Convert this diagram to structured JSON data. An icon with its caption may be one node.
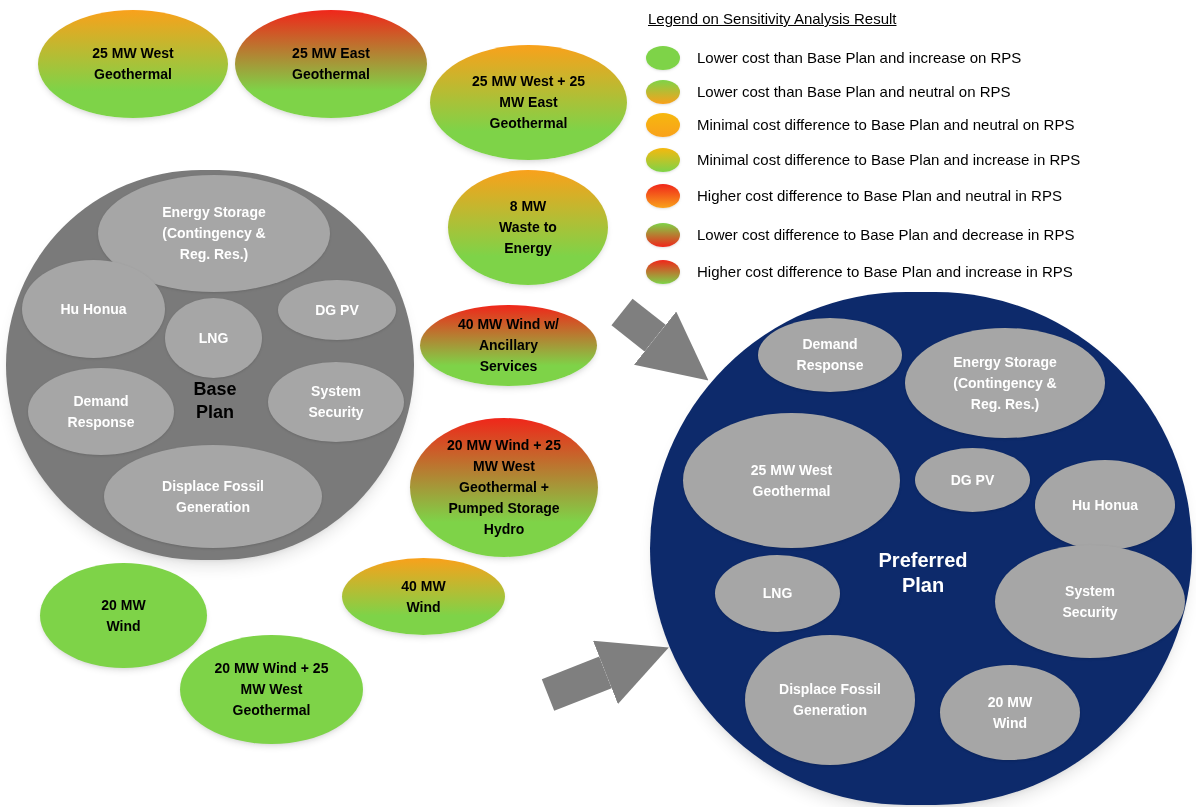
{
  "diagram": {
    "nodes": [
      {
        "text": [
          "25 MW West Geothermal"
        ]
      },
      {
        "text": [
          "25 MW East Geothermal"
        ]
      },
      {
        "text": [
          "25 MW West + 25 MW East Geothermal"
        ]
      },
      {
        "text": [
          "Base Plan"
        ]
      },
      {
        "text": [
          "Energy Storage (Contingency & Reg. Res.)"
        ],
        "in": 3
      },
      {
        "text": [
          "Hu Honua"
        ],
        "in": 3
      },
      {
        "text": [
          "LNG"
        ],
        "in": 3
      },
      {
        "text": [
          "DG PV"
        ],
        "in": 3
      },
      {
        "text": [
          "Demand Response"
        ],
        "in": 3
      },
      {
        "text": [
          "System Security"
        ],
        "in": 3
      },
      {
        "text": [
          "Displace Fossil Generation"
        ],
        "in": 3
      },
      {
        "text": [
          "8 MW Waste to Energy"
        ]
      },
      {
        "text": [
          "40 MW Wind w/ Ancillary Services"
        ]
      },
      {
        "text": [
          "20 MW Wind + 25 MW West Geothermal + Pumped Storage Hydro"
        ]
      },
      {
        "text": [
          "40 MW Wind"
        ]
      },
      {
        "text": [
          "20 MW Wind"
        ]
      },
      {
        "text": [
          "20 MW Wind + 25 MW West Geothermal"
        ]
      },
      {
        "text": [
          "Preferred Plan"
        ]
      },
      {
        "text": [
          "Demand Response"
        ],
        "in": 17
      },
      {
        "text": [
          "Energy Storage (Contingency & Reg. Res.)"
        ],
        "in": 17
      },
      {
        "text": [
          "25 MW West Geothermal"
        ],
        "in": 17
      },
      {
        "text": [
          "DG PV"
        ],
        "in": 17
      },
      {
        "text": [
          "Hu Honua"
        ],
        "in": 17
      },
      {
        "text": [
          "LNG"
        ],
        "in": 17
      },
      {
        "text": [
          "System Security"
        ],
        "in": 17
      },
      {
        "text": [
          "Displace Fossil Generation"
        ],
        "in": 17
      },
      {
        "text": [
          "20 MW Wind"
        ],
        "in": 17
      }
    ],
    "edges": [
      {
        "from": null,
        "to": 17,
        "arrow": "to"
      },
      {
        "from": null,
        "to": 17,
        "arrow": "to"
      }
    ],
    "labels": [
      "Legend on Sensitivity Analysis Result"
    ],
    "legend": [
      {
        "text": "Lower cost than Base Plan and increase on RPS"
      },
      {
        "text": "Lower cost than Base Plan and neutral on RPS"
      },
      {
        "text": "Minimal cost difference to Base Plan and neutral on RPS"
      },
      {
        "text": "Minimal cost difference to Base Plan and increase in RPS"
      },
      {
        "text": "Higher cost difference to Base Plan and neutral in RPS"
      },
      {
        "text": "Lower cost difference to Base Plan and decrease in RPS"
      },
      {
        "text": "Higher cost difference to Base Plan and increase in RPS"
      }
    ]
  }
}
